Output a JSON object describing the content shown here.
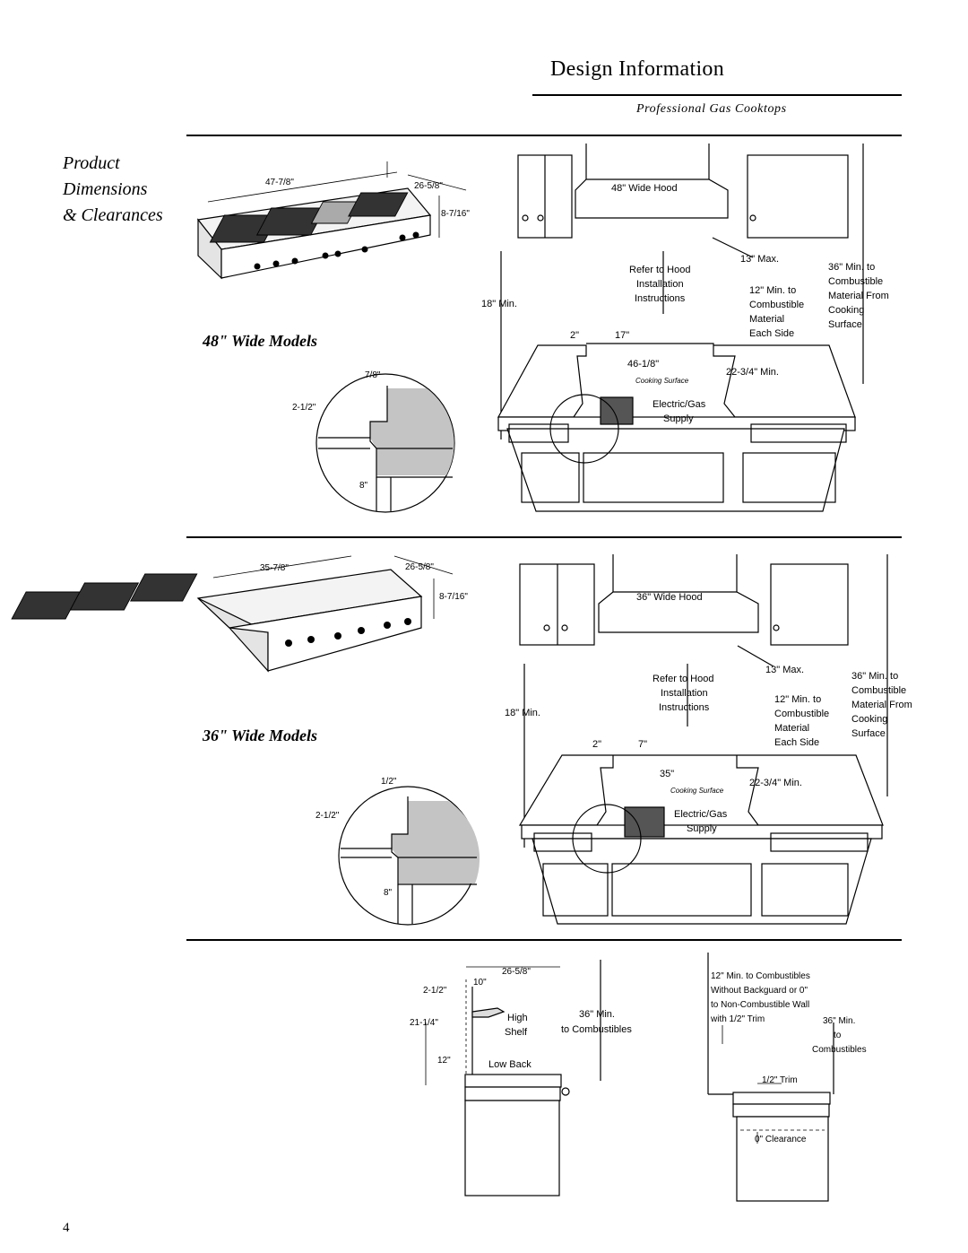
{
  "header": {
    "title": "Design Information",
    "subtitle": "Professional Gas Cooktops"
  },
  "section": {
    "title_line1": "Product",
    "title_line2": "Dimensions",
    "title_line3": "& Clearances"
  },
  "models48": {
    "heading": "48\" Wide Models",
    "cooktop": {
      "width": "47-7/8\"",
      "depth": "26-5/8\"",
      "height": "8-7/16\""
    },
    "detail": {
      "top": "7/8\"",
      "step": "2-1/2\"",
      "bottom": "8\""
    },
    "install": {
      "hood": "48\" Wide Hood",
      "max": "13\" Max.",
      "refer1": "Refer to Hood",
      "refer2": "Installation",
      "refer3": "Instructions",
      "min18": "18\" Min.",
      "side1": "12\" Min. to",
      "side2": "Combustible",
      "side3": "Material",
      "side4": "Each Side",
      "top1": "36\" Min. to",
      "top2": "Combustible",
      "top3": "Material From",
      "top4": "Cooking",
      "top5": "Surface",
      "gap2": "2\"",
      "gap17": "17\"",
      "cutout": "46-1/8\"",
      "cooking": "Cooking Surface",
      "front": "22-3/4\" Min.",
      "supply1": "Electric/Gas",
      "supply2": "Supply"
    }
  },
  "models36": {
    "heading": "36\" Wide Models",
    "cooktop": {
      "width": "35-7/8\"",
      "depth": "26-5/8\"",
      "height": "8-7/16\""
    },
    "detail": {
      "top": "1/2\"",
      "step": "2-1/2\"",
      "bottom": "8\""
    },
    "install": {
      "hood": "36\" Wide Hood",
      "max": "13\" Max.",
      "refer1": "Refer to Hood",
      "refer2": "Installation",
      "refer3": "Instructions",
      "min18": "18\" Min.",
      "side1": "12\" Min. to",
      "side2": "Combustible",
      "side3": "Material",
      "side4": "Each Side",
      "top1": "36\" Min. to",
      "top2": "Combustible",
      "top3": "Material From",
      "top4": "Cooking",
      "top5": "Surface",
      "gap2": "2\"",
      "gap7": "7\"",
      "cutout": "35\"",
      "cooking": "Cooking Surface",
      "front": "22-3/4\" Min.",
      "supply1": "Electric/Gas",
      "supply2": "Supply"
    }
  },
  "side_view": {
    "depth": "26-5/8\"",
    "ten": "10\"",
    "step": "2-1/2\"",
    "high": "21-1/4\"",
    "low": "12\"",
    "shelf1": "High",
    "shelf2": "Shelf",
    "lowback": "Low Back",
    "min1": "36\" Min.",
    "min2": "to Combustibles"
  },
  "trim_view": {
    "note1": "12\" Min. to Combustibles",
    "note2": "Without Backguard or 0\"",
    "note3": "to Non-Combustible Wall",
    "note4": "with 1/2\" Trim",
    "min1": "36\" Min.",
    "min2": "to",
    "min3": "Combustibles",
    "trim": "1/2\" Trim",
    "clear": "0\" Clearance"
  },
  "page_number": "4"
}
